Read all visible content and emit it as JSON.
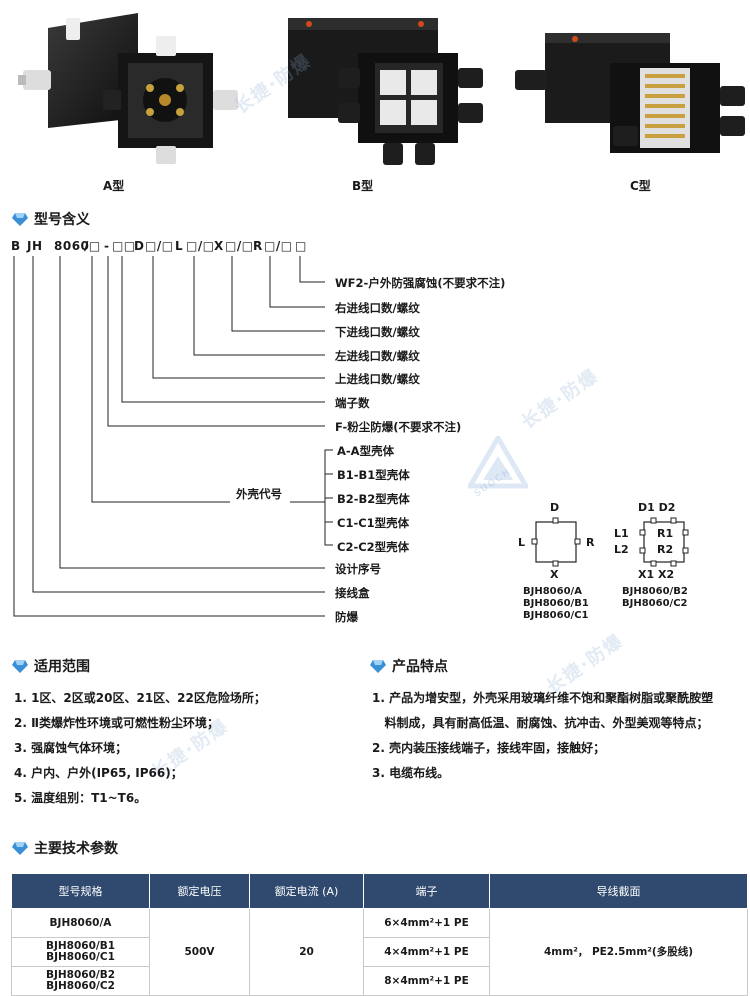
{
  "products": [
    {
      "caption": "A型"
    },
    {
      "caption": "B型"
    },
    {
      "caption": "C型"
    }
  ],
  "watermark": "长捷·防爆",
  "watermark_brand": "SUOCH",
  "sections": {
    "meaning": "型号含义",
    "scope": "适用范围",
    "features": "产品特点",
    "params": "主要技术参数"
  },
  "code": {
    "parts": [
      "B",
      "JH",
      "8060",
      "/□",
      "-",
      "□□",
      "D",
      "□/□",
      "L",
      "□/□",
      "X",
      "□/□",
      "R",
      "□/□",
      "□"
    ]
  },
  "code_labels": [
    "WF2-户外防强腐蚀(不要求不注)",
    "右进线口数/螺纹",
    "下进线口数/螺纹",
    "左进线口数/螺纹",
    "上进线口数/螺纹",
    "端子数",
    "F-粉尘防爆(不要求不注)"
  ],
  "shell_label": "外壳代号",
  "shell_codes": [
    "A-A型壳体",
    "B1-B1型壳体",
    "B2-B2型壳体",
    "C1-C1型壳体",
    "C2-C2型壳体"
  ],
  "lower_labels": [
    "设计序号",
    "接线盒",
    "防爆"
  ],
  "diagram1": {
    "top": "D",
    "left": "L",
    "right": "R",
    "bottom": "X",
    "models": [
      "BJH8060/A",
      "BJH8060/B1",
      "BJH8060/C1"
    ]
  },
  "diagram2": {
    "top": "D1 D2",
    "left1": "L1",
    "left2": "L2",
    "right1": "R1",
    "right2": "R2",
    "bottom": "X1 X2",
    "models": [
      "BJH8060/B2",
      "BJH8060/C2"
    ]
  },
  "scope_items": [
    "1. 1区、2区或20区、21区、22区危险场所；",
    "2. Ⅱ类爆炸性环境或可燃性粉尘环境；",
    "3. 强腐蚀气体环境；",
    "4. 户内、户外(IP65, IP66)；",
    "5. 温度组别：T1~T6。"
  ],
  "feature_items": [
    "1. 产品为增安型，外壳采用玻璃纤维不饱和聚酯树脂或聚酰胺塑",
    "   料制成，具有耐高低温、耐腐蚀、抗冲击、外型美观等特点；",
    "2. 壳内装压接线端子，接线牢固，接触好；",
    "3. 电缆布线。"
  ],
  "table": {
    "headers": [
      "型号规格",
      "额定电压",
      "额定电流 (A)",
      "端子",
      "导线截面"
    ],
    "models": [
      "BJH8060/A",
      "BJH8060/B1\nBJH8060/C1",
      "BJH8060/B2\nBJH8060/C2"
    ],
    "voltage": "500V",
    "current": "20",
    "terminals": [
      "6×4mm²+1 PE",
      "4×4mm²+1 PE",
      "8×4mm²+1 PE"
    ],
    "wire": "4mm²， PE2.5mm²(多股线)"
  },
  "colors": {
    "header_bg": "#2f4a6e",
    "accent": "#3b8fd6"
  }
}
